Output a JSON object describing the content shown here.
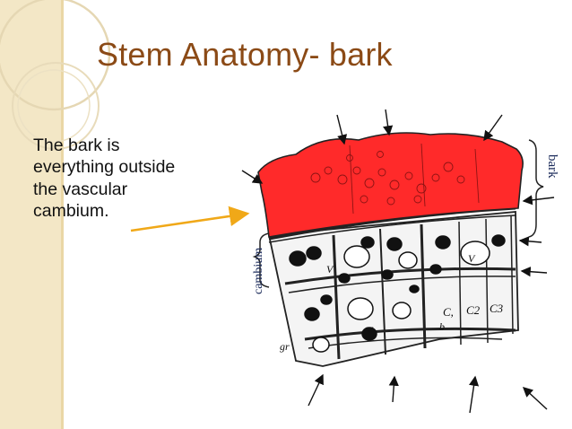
{
  "slide": {
    "title": "Stem Anatomy- bark",
    "body_lines": [
      "The bark is",
      "everything outside",
      "the vascular",
      "cambium."
    ],
    "title_color": "#8b4a16",
    "accent_color": "#f0a818",
    "bark_color": "#ff2a2a"
  },
  "diagram": {
    "labels": {
      "bark": "bark",
      "cambium": "cambium",
      "c1": "C,",
      "c2": "C2",
      "c3": "C3",
      "v": "V",
      "b": "b",
      "gr": "gr"
    }
  }
}
